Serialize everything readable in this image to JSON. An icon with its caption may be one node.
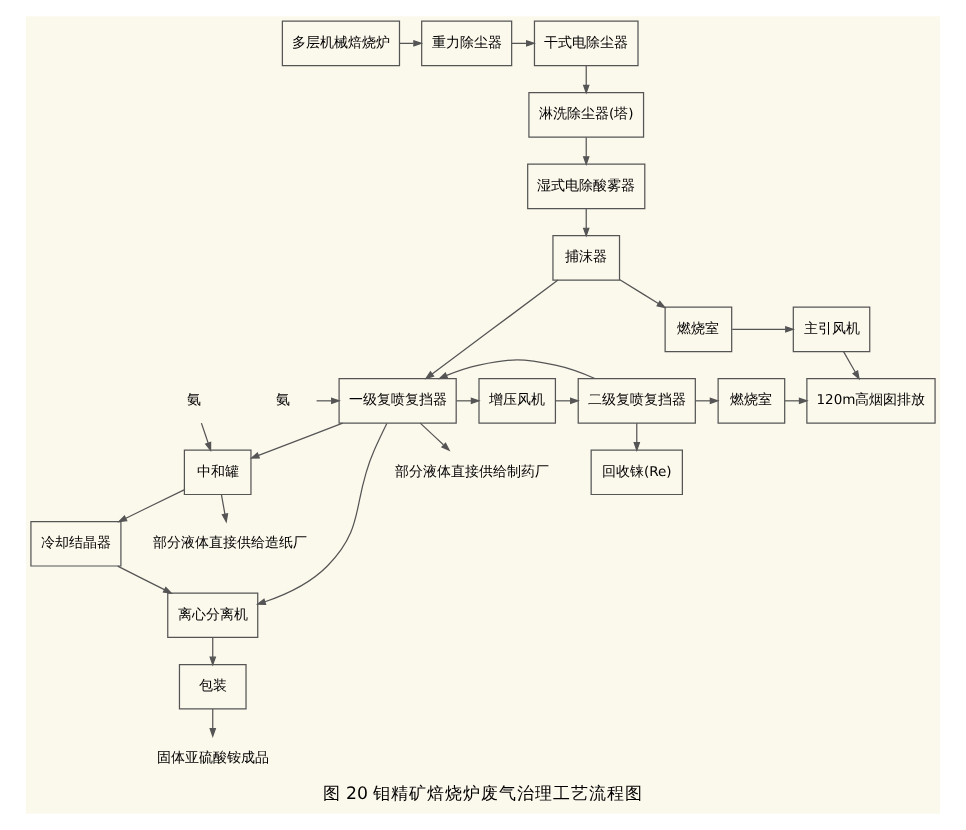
{
  "diagram": {
    "caption": "图 20 钼精矿焙烧炉废气治理工艺流程图",
    "nodes": [
      {
        "text": [
          "多层机械焙烧炉"
        ]
      },
      {
        "text": [
          "重力除尘器"
        ]
      },
      {
        "text": [
          "干式电除尘器"
        ]
      },
      {
        "text": [
          "淋洗除尘器(塔)"
        ]
      },
      {
        "text": [
          "湿式电除酸雾器"
        ]
      },
      {
        "text": [
          "捕沫器"
        ]
      },
      {
        "text": [
          "一级复喷复挡器"
        ]
      },
      {
        "text": [
          "增压风机"
        ]
      },
      {
        "text": [
          "二级复喷复挡器"
        ]
      },
      {
        "text": [
          "燃烧室"
        ]
      },
      {
        "text": [
          "120m高烟囱排放"
        ]
      },
      {
        "text": [
          "回收铼(Re)"
        ]
      },
      {
        "text": [
          "中和罐"
        ]
      },
      {
        "text": [
          "冷却结晶器"
        ]
      },
      {
        "text": [
          "离心分离机"
        ]
      },
      {
        "text": [
          "包装"
        ]
      },
      {
        "text": [
          "燃烧室"
        ]
      },
      {
        "text": [
          "主引风机"
        ]
      },
      {
        "text": [
          "部分液体直接供给制药厂"
        ]
      },
      {
        "text": [
          "部分液体直接供给造纸厂"
        ]
      },
      {
        "text": [
          "氨"
        ]
      },
      {
        "text": [
          "氨"
        ]
      },
      {
        "text": [
          "固体亚硫酸铵成品"
        ]
      }
    ],
    "edges": [
      {
        "from": 0,
        "to": 1,
        "arrow": "to"
      },
      {
        "from": 1,
        "to": 2,
        "arrow": "to"
      },
      {
        "from": 2,
        "to": 3,
        "arrow": "to"
      },
      {
        "from": 3,
        "to": 4,
        "arrow": "to"
      },
      {
        "from": 4,
        "to": 5,
        "arrow": "to"
      },
      {
        "from": 5,
        "to": 6,
        "arrow": "to"
      },
      {
        "from": 6,
        "to": 7,
        "arrow": "to"
      },
      {
        "from": 7,
        "to": 8,
        "arrow": "to"
      },
      {
        "from": 8,
        "to": 9,
        "arrow": "to"
      },
      {
        "from": 9,
        "to": 10,
        "arrow": "to"
      },
      {
        "from": 8,
        "to": 6,
        "arrow": "to"
      },
      {
        "from": 8,
        "to": 11,
        "arrow": "to"
      },
      {
        "from": 21,
        "to": 6,
        "arrow": "to"
      },
      {
        "from": 6,
        "to": 12,
        "arrow": "to"
      },
      {
        "from": 6,
        "to": 14,
        "arrow": "to"
      },
      {
        "from": 6,
        "to": 18,
        "arrow": "to"
      },
      {
        "from": 20,
        "to": 12,
        "arrow": "to"
      },
      {
        "from": 12,
        "to": 19,
        "arrow": "to"
      },
      {
        "from": 12,
        "to": 13,
        "arrow": "to"
      },
      {
        "from": 13,
        "to": 14,
        "arrow": "to"
      },
      {
        "from": 14,
        "to": 15,
        "arrow": "to"
      },
      {
        "from": 15,
        "to": 22,
        "arrow": "to"
      },
      {
        "from": 5,
        "to": 16,
        "arrow": "to"
      },
      {
        "from": 16,
        "to": 17,
        "arrow": "to"
      },
      {
        "from": 17,
        "to": 10,
        "arrow": "to"
      }
    ]
  }
}
